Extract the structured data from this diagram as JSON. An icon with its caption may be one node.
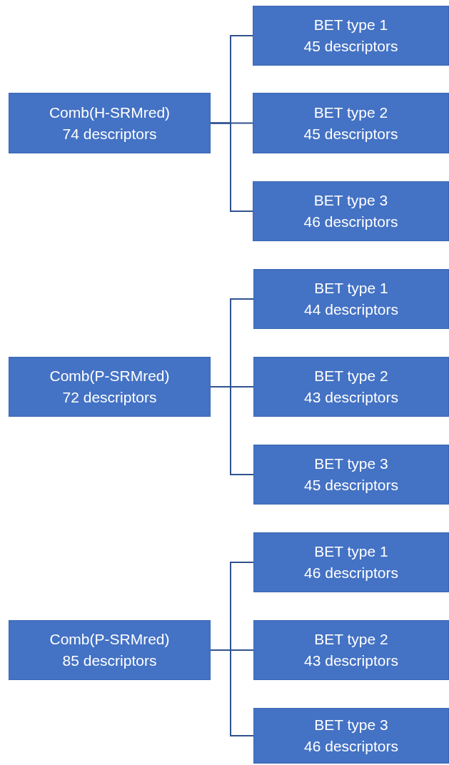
{
  "diagram": {
    "nodes": [
      {
        "text": [
          "Comb(H-SRMred)",
          "74 descriptors"
        ]
      },
      {
        "text": [
          "BET type 1",
          "45 descriptors"
        ]
      },
      {
        "text": [
          "BET type 2",
          "45 descriptors"
        ]
      },
      {
        "text": [
          "BET type 3",
          "46 descriptors"
        ]
      },
      {
        "text": [
          "Comb(P-SRMred)",
          "72 descriptors"
        ]
      },
      {
        "text": [
          "BET type 1",
          "44 descriptors"
        ]
      },
      {
        "text": [
          "BET type 2",
          "43 descriptors"
        ]
      },
      {
        "text": [
          "BET type 3",
          "45 descriptors"
        ]
      },
      {
        "text": [
          "Comb(P-SRMred)",
          "85 descriptors"
        ]
      },
      {
        "text": [
          "BET type 1",
          "46 descriptors"
        ]
      },
      {
        "text": [
          "BET type 2",
          "43 descriptors"
        ]
      },
      {
        "text": [
          "BET type 3",
          "46 descriptors"
        ]
      }
    ],
    "edges": [
      {
        "from": 0,
        "to": 1,
        "arrow": "none"
      },
      {
        "from": 0,
        "to": 2,
        "arrow": "none"
      },
      {
        "from": 0,
        "to": 3,
        "arrow": "none"
      },
      {
        "from": 4,
        "to": 5,
        "arrow": "none"
      },
      {
        "from": 4,
        "to": 6,
        "arrow": "none"
      },
      {
        "from": 4,
        "to": 7,
        "arrow": "none"
      },
      {
        "from": 8,
        "to": 9,
        "arrow": "none"
      },
      {
        "from": 8,
        "to": 10,
        "arrow": "none"
      },
      {
        "from": 8,
        "to": 11,
        "arrow": "none"
      }
    ]
  }
}
